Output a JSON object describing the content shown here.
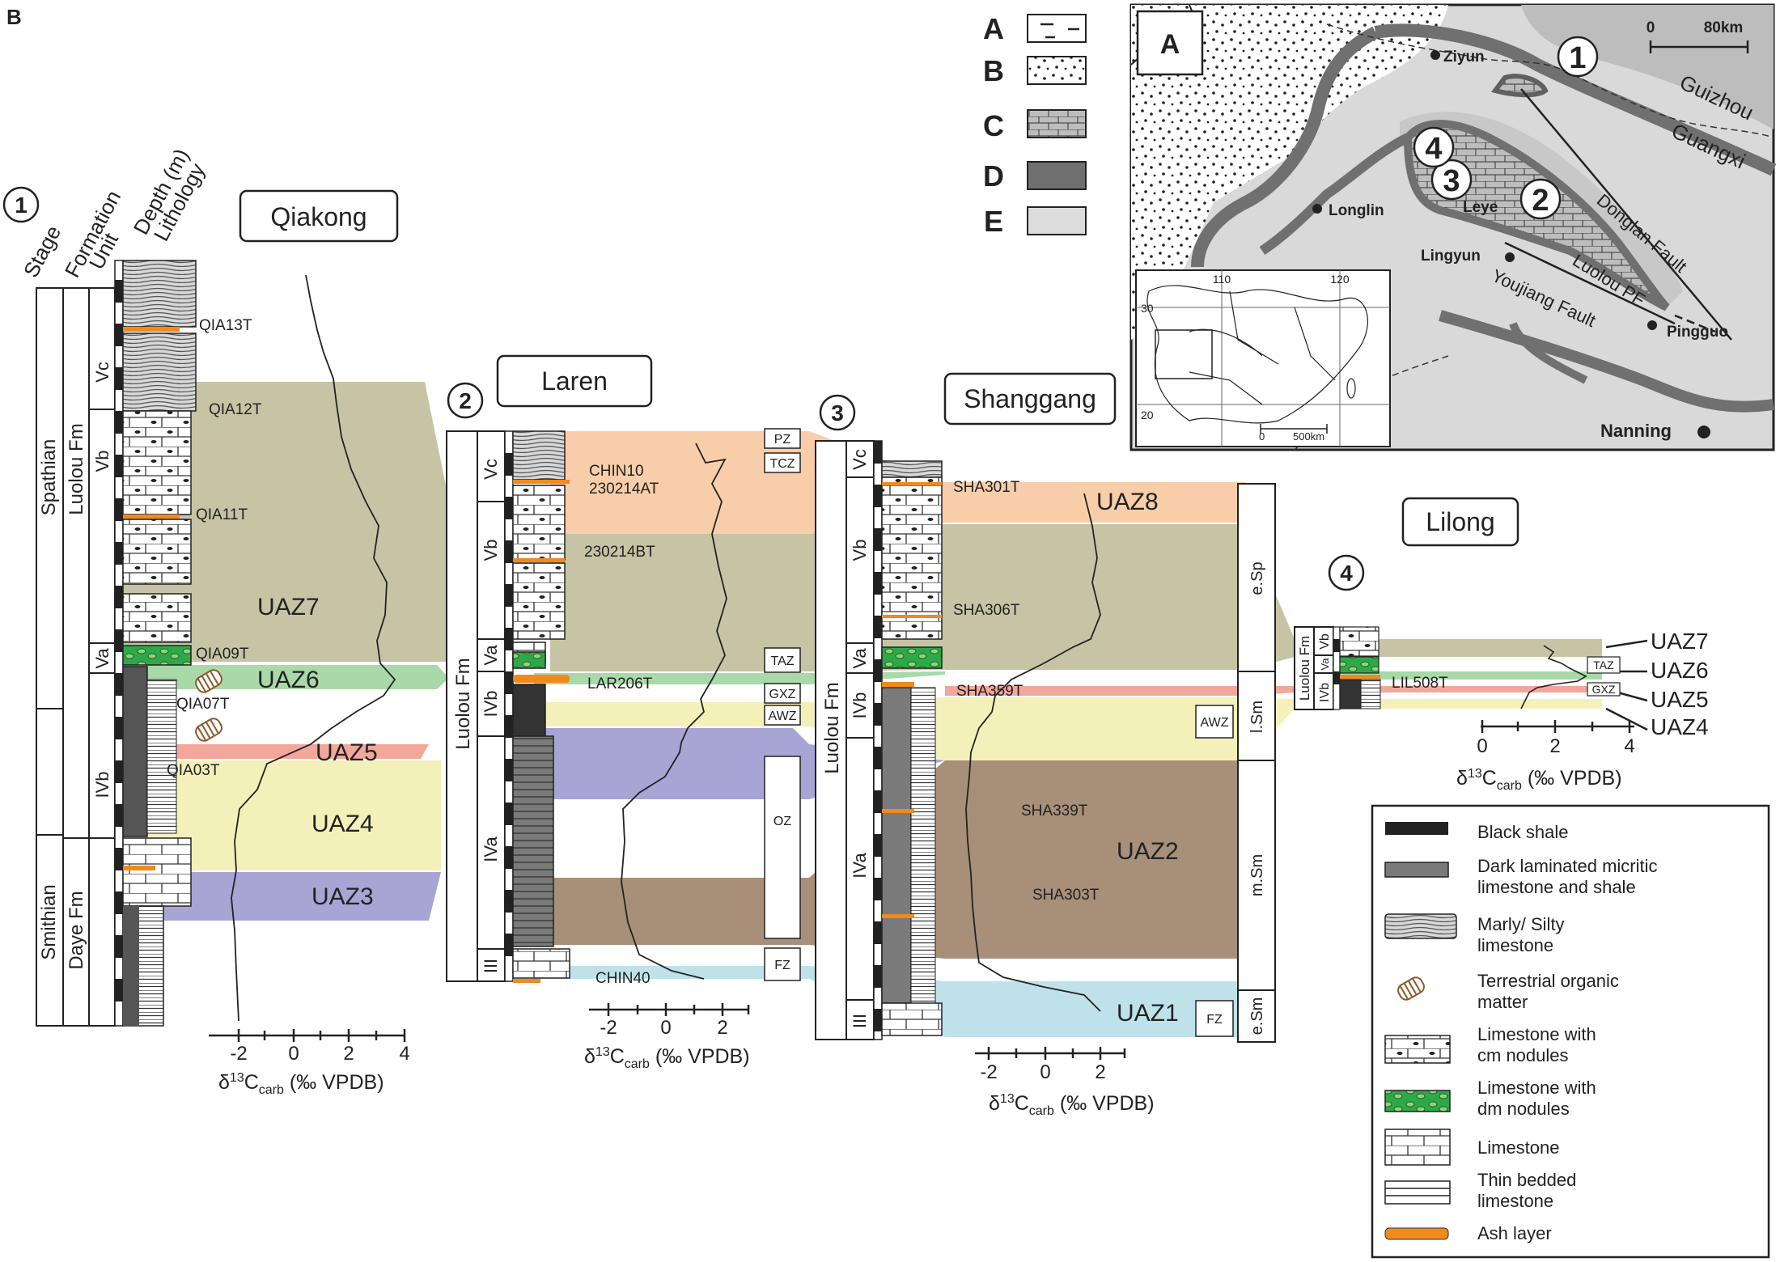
{
  "panel_label": "B",
  "map": {
    "panel_label": "A",
    "cities": [
      "Ziyun",
      "Longlin",
      "Lingyun",
      "Leye",
      "Pingguo",
      "Nanning"
    ],
    "provinces": [
      "Guizhou",
      "Guangxi"
    ],
    "faults": [
      "Donglan Fault",
      "Luolou PF",
      "Youjiang Fault"
    ],
    "site_numbers": [
      "1",
      "2",
      "3",
      "4"
    ],
    "scale_bar": {
      "zero": "0",
      "label": "80km"
    },
    "inset": {
      "lon_ticks": [
        "110",
        "120"
      ],
      "lat_ticks": [
        "30",
        "20"
      ],
      "scale_zero": "0",
      "scale_label": "500km"
    }
  },
  "map_legend": {
    "letters": [
      "A",
      "B",
      "C",
      "D",
      "E"
    ]
  },
  "column_headers": [
    "Stage",
    "Formation",
    "Unit",
    "Depth (m)",
    "Lithology"
  ],
  "sections": [
    {
      "number": "1",
      "name": "Qiakong",
      "stages": [
        "Spathian",
        "Smithian"
      ],
      "formations": [
        "Luolou Fm",
        "Daye Fm"
      ],
      "units": [
        "Vc",
        "Vb",
        "Va",
        "IVb"
      ],
      "samples": [
        "QIA13T",
        "QIA12T",
        "QIA11T",
        "QIA09T",
        "QIA07T",
        "QIA03T"
      ],
      "axis": {
        "ticks": [
          "-2",
          "0",
          "2",
          "4"
        ]
      }
    },
    {
      "number": "2",
      "name": "Laren",
      "formations": [
        "Luolou Fm"
      ],
      "units": [
        "Vc",
        "Vb",
        "Va",
        "IVb",
        "IVa",
        "III"
      ],
      "samples": [
        "CHIN10",
        "230214AT",
        "230214BT",
        "LAR206T",
        "CHIN40"
      ],
      "zones": [
        "PZ",
        "TCZ",
        "TAZ",
        "GXZ",
        "AWZ",
        "OZ",
        "FZ"
      ],
      "axis": {
        "ticks": [
          "-2",
          "0",
          "2"
        ]
      }
    },
    {
      "number": "3",
      "name": "Shanggang",
      "formations": [
        "Luolou Fm"
      ],
      "units": [
        "Vc",
        "Vb",
        "Va",
        "IVb",
        "IVa",
        "III"
      ],
      "samples": [
        "SHA301T",
        "SHA306T",
        "SHA359T",
        "SHA339T",
        "SHA303T"
      ],
      "zones": [
        "AWZ",
        "FZ"
      ],
      "stages": [
        "e.Sp",
        "l.Sm",
        "m.Sm",
        "e.Sm"
      ],
      "axis": {
        "ticks": [
          "-2",
          "0",
          "2"
        ]
      }
    },
    {
      "number": "4",
      "name": "Lilong",
      "formations": [
        "Luolou Fm"
      ],
      "units": [
        "Vb",
        "Va",
        "IVb"
      ],
      "samples": [
        "LIL508T"
      ],
      "zones": [
        "TAZ",
        "GXZ"
      ],
      "axis": {
        "ticks": [
          "0",
          "2",
          "4"
        ]
      }
    }
  ],
  "axis_label": "δ13Ccarb (‰ VPDB)",
  "axis_label_parts": {
    "delta": "δ",
    "sup": "13",
    "c": "C",
    "sub": "carb",
    "rest": " (‰ VPDB)"
  },
  "uaz_labels": [
    "UAZ1",
    "UAZ2",
    "UAZ3",
    "UAZ4",
    "UAZ5",
    "UAZ6",
    "UAZ7",
    "UAZ8"
  ],
  "zone_colors": {
    "UAZ1": "#bfe2ea",
    "UAZ2": "#a88f7a",
    "UAZ3": "#a8a4d4",
    "UAZ4": "#f3f1b9",
    "UAZ5": "#f3a79b",
    "UAZ6": "#a9d9a9",
    "UAZ7": "#c6c4a5",
    "UAZ8": "#f8cda9"
  },
  "lithology_legend": [
    {
      "label": "Black shale",
      "icon": "black-shale"
    },
    {
      "label": "Dark laminated micritic limestone and shale",
      "icon": "dark-laminated"
    },
    {
      "label": "Marly/ Silty limestone",
      "icon": "marly"
    },
    {
      "label": "Terrestrial organic matter",
      "icon": "wood"
    },
    {
      "label": "Limestone with cm nodules",
      "icon": "cm-nodules"
    },
    {
      "label": "Limestone with dm nodules",
      "icon": "dm-nodules"
    },
    {
      "label": "Limestone",
      "icon": "limestone"
    },
    {
      "label": "Thin bedded limestone",
      "icon": "thin-bedded"
    },
    {
      "label": "Ash layer",
      "icon": "ash"
    }
  ],
  "colors": {
    "ash": "#f08a1c",
    "dm_nodule_green": "#2fa84a",
    "black_shale": "#2a2a2a",
    "dark_grey": "#777777",
    "map_dark": "#7b7b7b",
    "map_light": "#d9d9d9",
    "map_mid": "#bdbdbd"
  }
}
